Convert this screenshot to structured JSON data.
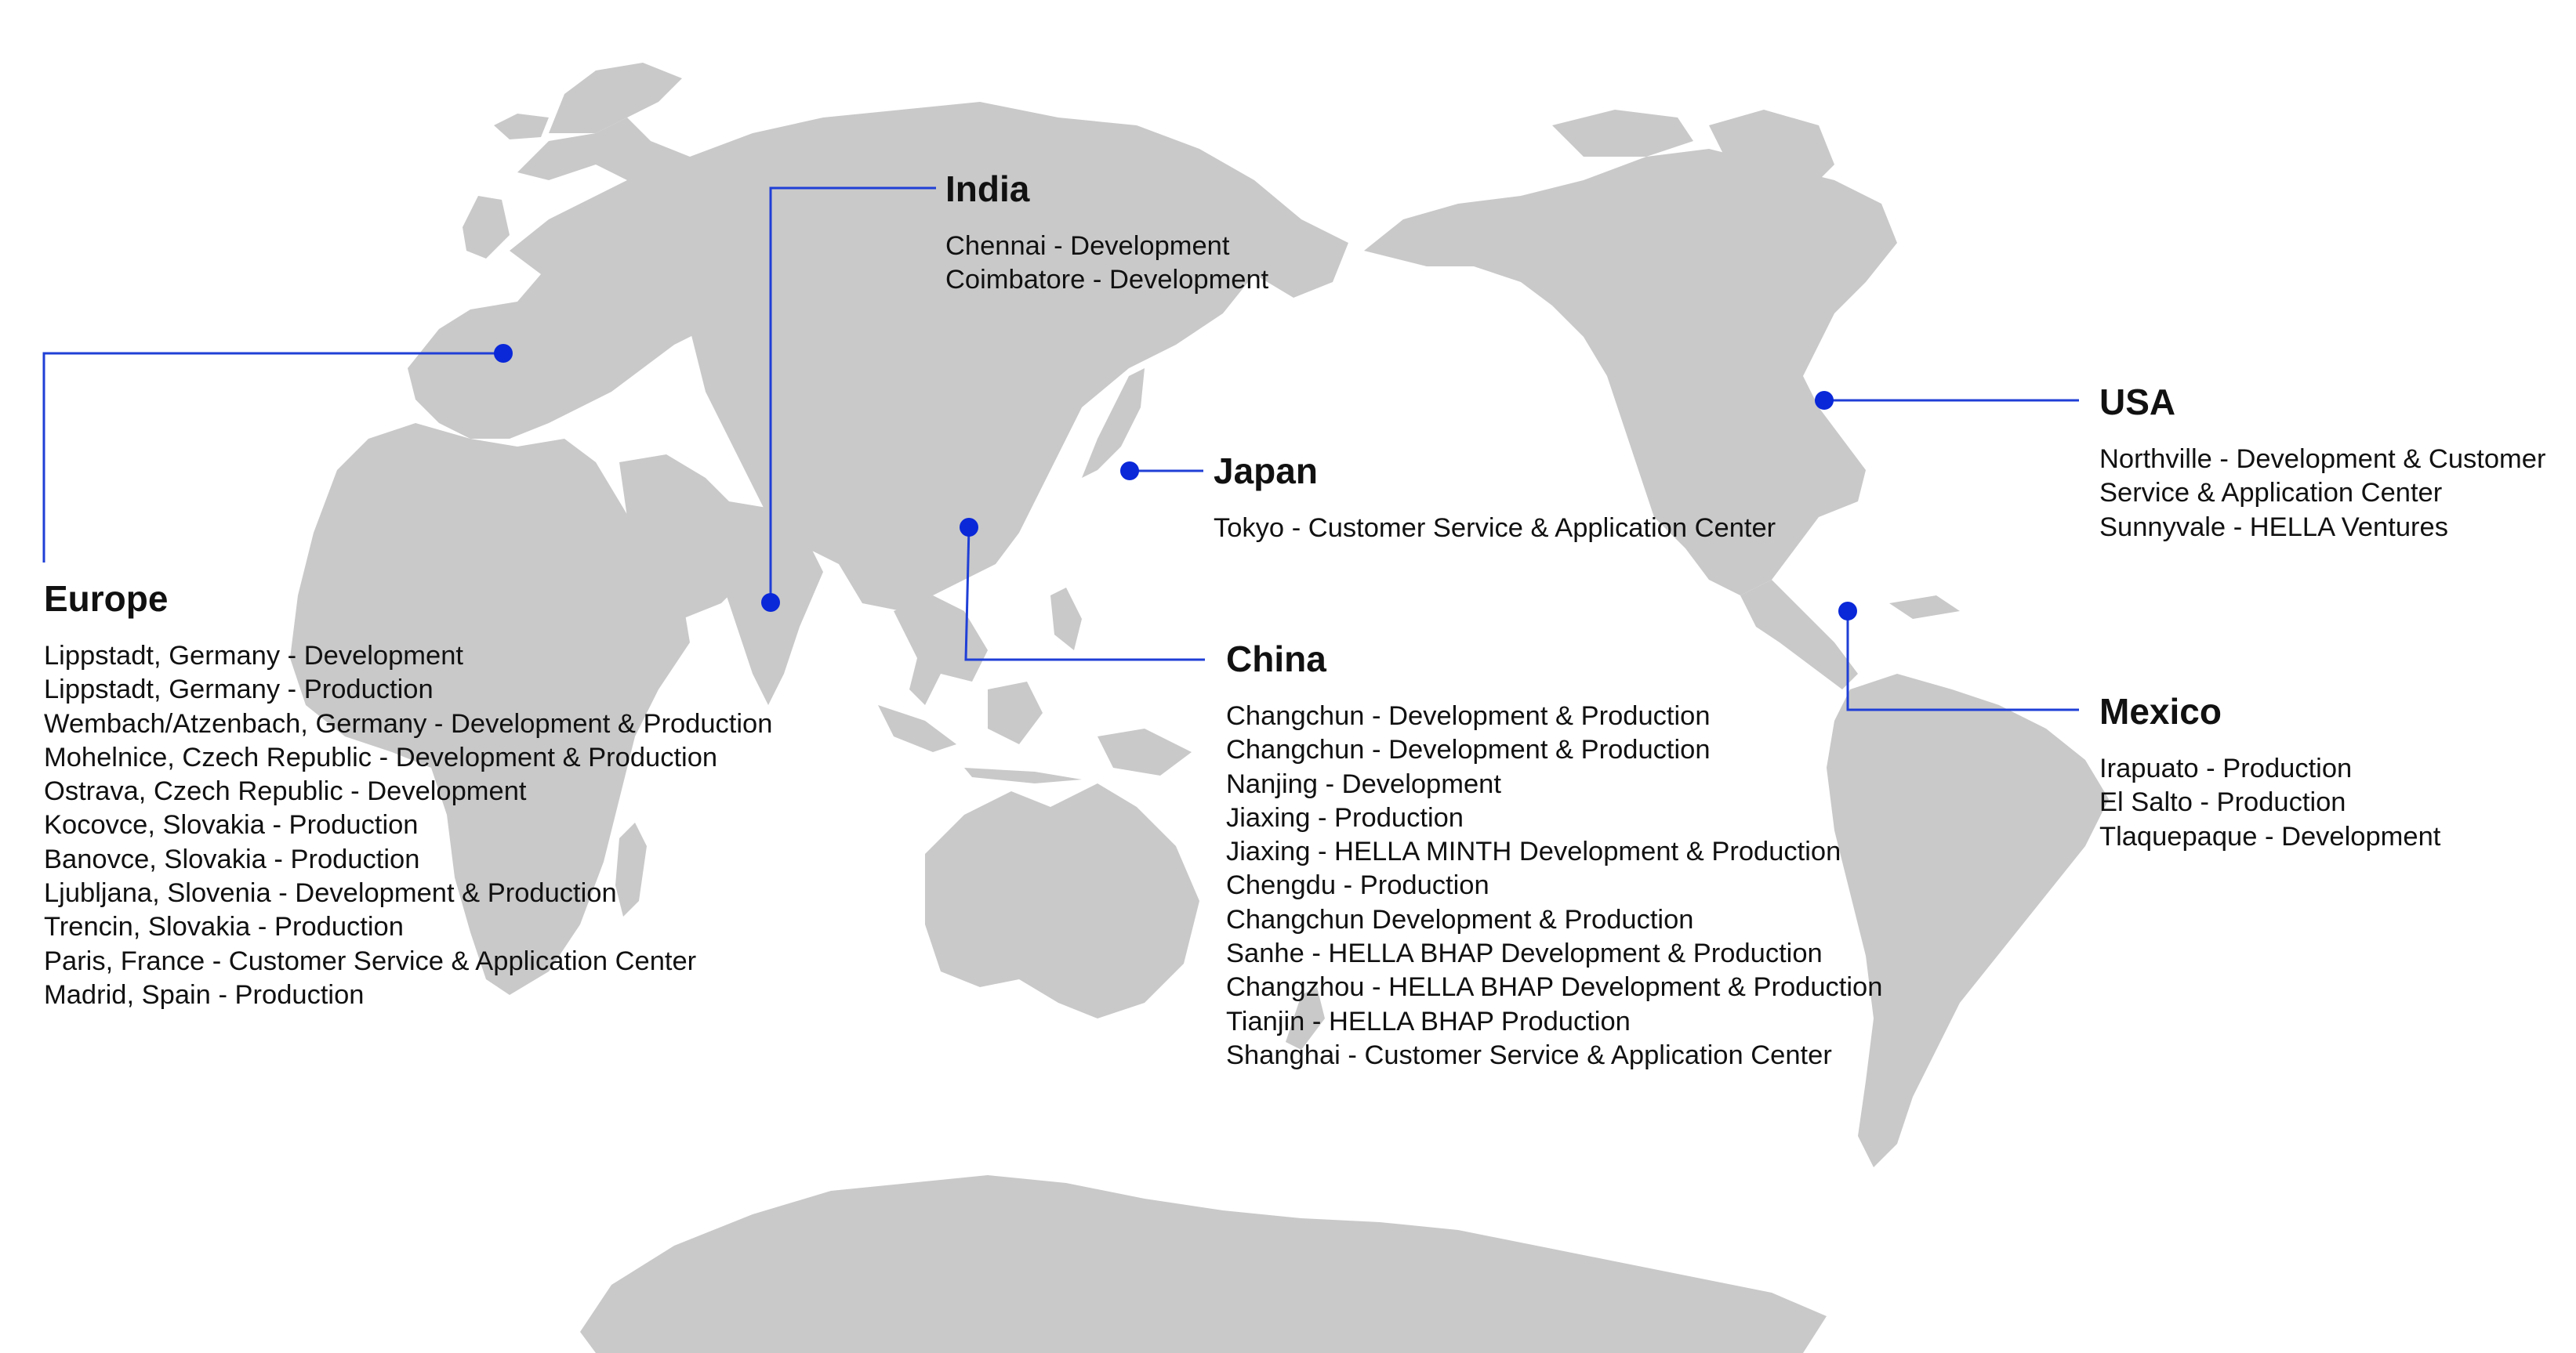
{
  "colors": {
    "land": "#c9c9c9",
    "marker": "#0a28d8",
    "leader_line": "#1f3fd6",
    "text": "#111111",
    "background": "#ffffff"
  },
  "icons": [
    "location-marker-icon"
  ],
  "regions": {
    "europe": {
      "title": "Europe",
      "sites": [
        "Lippstadt, Germany - Development",
        "Lippstadt, Germany - Production",
        "Wembach/Atzenbach, Germany - Development & Production",
        "Mohelnice, Czech Republic - Development & Production",
        "Ostrava, Czech Republic - Development",
        "Kocovce, Slovakia - Production",
        "Banovce, Slovakia - Production",
        "Ljubljana, Slovenia - Development & Production",
        "Trencin, Slovakia - Production",
        "Paris, France - Customer Service & Application Center",
        "Madrid, Spain - Production"
      ]
    },
    "india": {
      "title": "India",
      "sites": [
        "Chennai - Development",
        "Coimbatore - Development"
      ]
    },
    "japan": {
      "title": "Japan",
      "sites": [
        "Tokyo - Customer Service & Application Center"
      ]
    },
    "china": {
      "title": "China",
      "sites": [
        "Changchun - Development & Production",
        "Changchun - Development & Production",
        "Nanjing - Development",
        "Jiaxing - Production",
        "Jiaxing - HELLA MINTH Development & Production",
        "Chengdu - Production",
        "Changchun Development & Production",
        "Sanhe - HELLA BHAP Development & Production",
        "Changzhou - HELLA BHAP Development & Production",
        "Tianjin - HELLA BHAP Production",
        "Shanghai - Customer Service & Application Center"
      ]
    },
    "usa": {
      "title": "USA",
      "sites": [
        "Northville - Development & Customer Service & Application Center",
        "Sunnyvale - HELLA Ventures"
      ]
    },
    "mexico": {
      "title": "Mexico",
      "sites": [
        "Irapuato - Production",
        "El Salto - Production",
        "Tlaquepaque - Development"
      ]
    }
  }
}
